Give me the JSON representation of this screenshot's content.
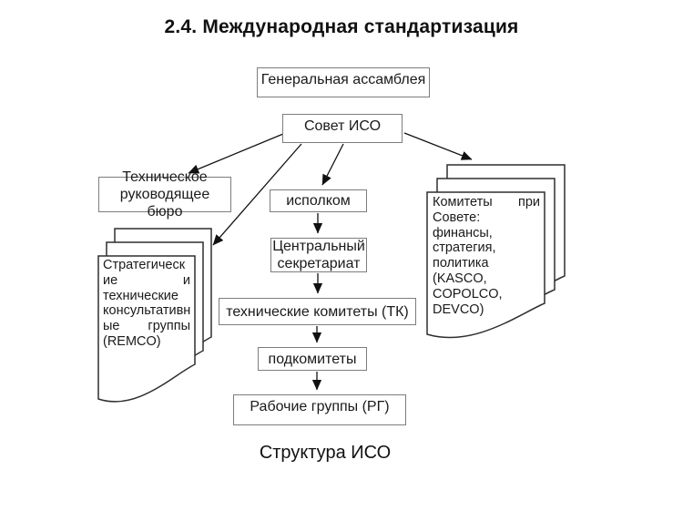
{
  "title": "2.4. Международная стандартизация",
  "caption": "Структура ИСО",
  "boxes": {
    "general_assembly": "Генеральная ассамблея",
    "iso_council": "Совет ИСО",
    "technical_bureau": "Техническое руководящее бюро",
    "executive_committee": "исполком",
    "central_secretariat": "Центральный секретариат",
    "technical_committees": "технические комитеты (ТК)",
    "subcommittees": "подкомитеты",
    "working_groups": "Рабочие группы (РГ)"
  },
  "documents": {
    "advisory_groups": {
      "lines": [
        "Стратегическ",
        "ие и",
        "технические",
        "консультативн",
        "ые группы",
        "(REMCO)"
      ]
    },
    "council_committees": {
      "lines": [
        "Комитеты при",
        "Совете:",
        "финансы,",
        "стратегия,",
        "политика",
        "(KASCO,",
        "COPOLCO,",
        "DEVCO)"
      ]
    }
  },
  "colors": {
    "background": "#ffffff",
    "box_border": "#7d7d7d",
    "document_border": "#2e2e2e",
    "arrow": "#111111",
    "text": "#1a1a1a"
  }
}
